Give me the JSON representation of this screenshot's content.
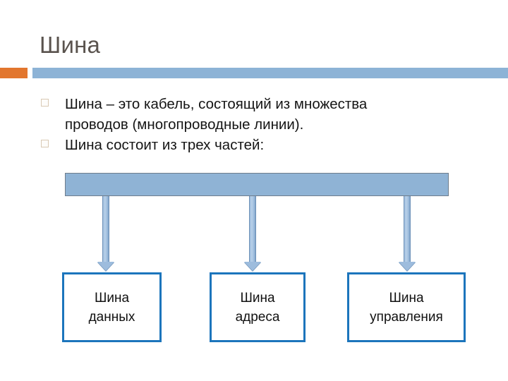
{
  "slide": {
    "title": "Шина",
    "bullets": [
      "Шина – это кабель, состоящий из  множества\nпроводов (многопроводные линии).",
      "Шина состоит из трех частей:"
    ]
  },
  "diagram": {
    "bus_bar_label": "",
    "nodes": [
      {
        "label": "Шина\nданных"
      },
      {
        "label": "Шина\nадреса"
      },
      {
        "label": "Шина\nуправления"
      }
    ]
  },
  "colors": {
    "accent_orange": "#e2762e",
    "accent_blue": "#8db3d6",
    "bus_fill": "#8fb3d5",
    "bus_border": "#6f7d8c",
    "box_border": "#1c75bc",
    "arrow_fill": "#9dbcdd",
    "title_text": "#5a534e",
    "body_text": "#151515"
  }
}
